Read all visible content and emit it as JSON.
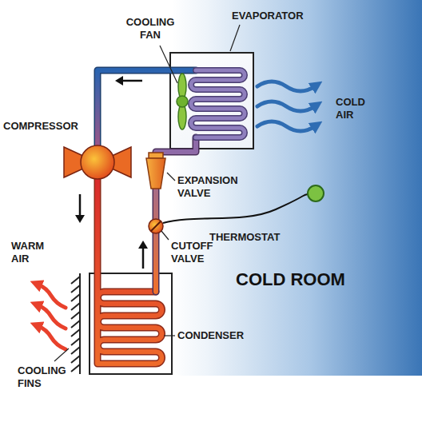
{
  "diagram": {
    "nodes": [
      {
        "text": [
          "COLD ROOM"
        ]
      }
    ],
    "labels": [
      "COOLING FAN",
      "EVAPORATOR",
      "COLD AIR",
      "COMPRESSOR",
      "EXPANSION VALVE",
      "THERMOSTAT",
      "CUTOFF VALVE",
      "WARM AIR",
      "CONDENSER",
      "COOLING FINS"
    ]
  }
}
